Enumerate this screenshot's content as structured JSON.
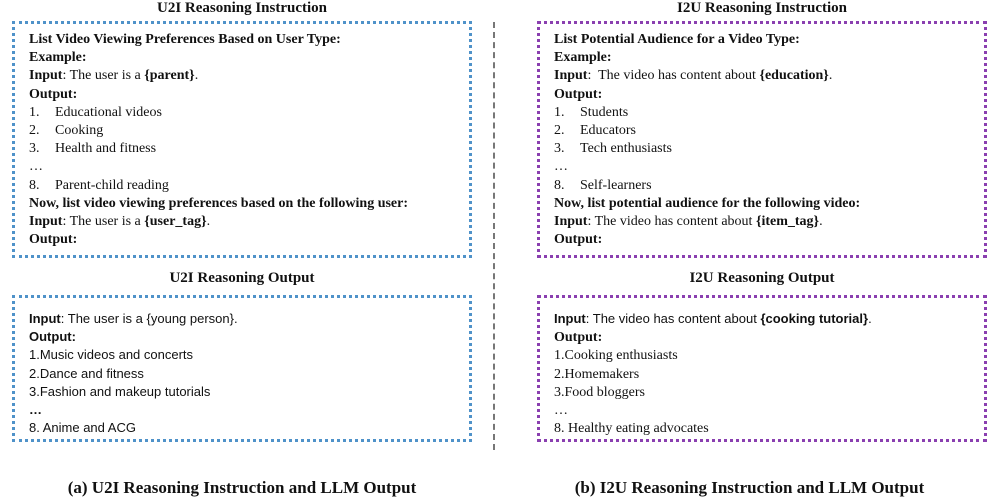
{
  "left": {
    "instruction": {
      "title": "U2I Reasoning Instruction",
      "heading": "List Video Viewing Preferences Based on User Type:",
      "example_label": "Example:",
      "input_label": "Input",
      "input_prefix": ": The user is a ",
      "input_tag": "{parent}",
      "input_suffix": ".",
      "output_label": "Output:",
      "items": [
        {
          "num": "1.",
          "text": "Educational videos"
        },
        {
          "num": "2.",
          "text": "Cooking"
        },
        {
          "num": "3.",
          "text": "Health and fitness"
        }
      ],
      "ellipsis": "…",
      "last_item": {
        "num": "8.",
        "text": "Parent-child reading"
      },
      "now_line": "Now, list video viewing preferences based on the following user:",
      "query_prefix": ": The user is a ",
      "query_tag": "{user_tag}",
      "query_suffix": ".",
      "final_output_label": "Output:"
    },
    "output": {
      "title": "U2I Reasoning Output",
      "input_label": "Input",
      "input_prefix": ": The user is a ",
      "input_tag": "{young person}",
      "input_suffix": ".",
      "output_label": "Output:",
      "items": [
        "1.Music videos and concerts",
        "2.Dance and fitness",
        "3.Fashion and makeup tutorials"
      ],
      "ellipsis": "…",
      "last_item": "8. Anime and ACG"
    },
    "caption": "(a) U2I Reasoning Instruction and LLM Output"
  },
  "right": {
    "instruction": {
      "title": "I2U Reasoning Instruction",
      "heading": "List Potential Audience for a Video Type:",
      "example_label": "Example:",
      "input_label": "Input",
      "input_prefix": ":  The video has content about ",
      "input_tag": "{education}",
      "input_suffix": ".",
      "output_label": "Output:",
      "items": [
        {
          "num": "1.",
          "text": "Students"
        },
        {
          "num": "2.",
          "text": "Educators"
        },
        {
          "num": "3.",
          "text": "Tech enthusiasts"
        }
      ],
      "ellipsis": "…",
      "last_item": {
        "num": "8.",
        "text": "Self-learners"
      },
      "now_line": "Now, list potential audience for the following video:",
      "query_prefix": ": The video has content about ",
      "query_tag": "{item_tag}",
      "query_suffix": ".",
      "final_output_label": "Output:"
    },
    "output": {
      "title": "I2U Reasoning Output",
      "input_label": "Input",
      "input_prefix": ": The video has content about ",
      "input_tag": "{cooking tutorial}",
      "input_suffix": ".",
      "output_label": "Output:",
      "items": [
        "1.Cooking enthusiasts",
        "2.Homemakers",
        "3.Food bloggers"
      ],
      "ellipsis": "…",
      "last_item": "8. Healthy eating advocates"
    },
    "caption": "(b) I2U Reasoning Instruction and LLM Output"
  },
  "colors": {
    "left_border": "#4f92c9",
    "right_border": "#8a3fb0",
    "divider": "#777777"
  }
}
